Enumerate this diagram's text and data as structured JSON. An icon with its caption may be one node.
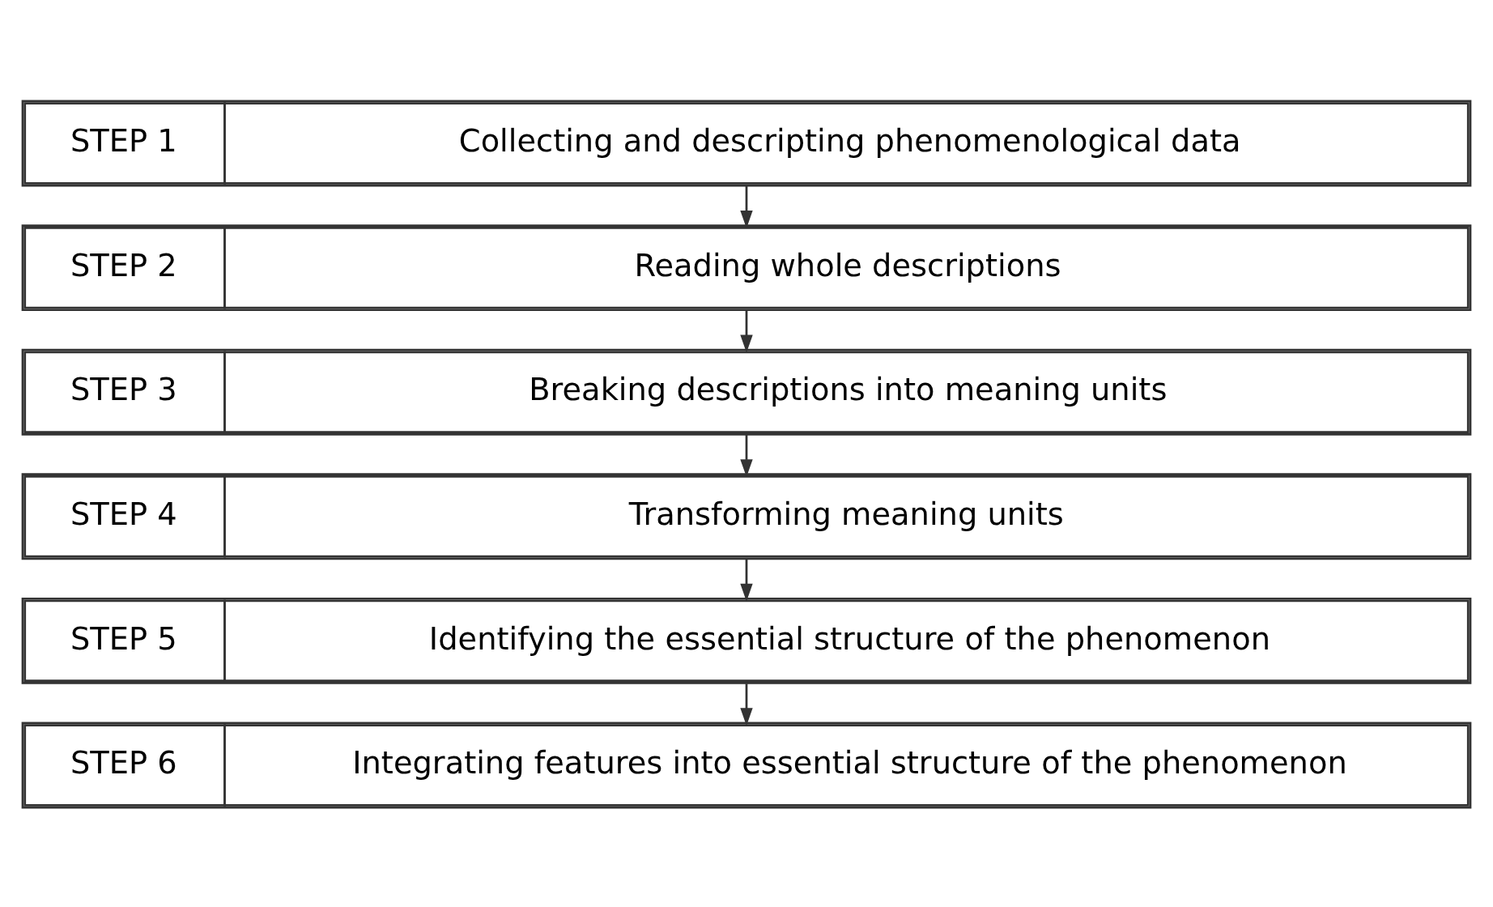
{
  "diagram": {
    "nodes": [
      {
        "text": [
          "STEP 1",
          "Collecting and descripting phenomenological data"
        ]
      },
      {
        "text": [
          "STEP 2",
          "Reading whole descriptions"
        ]
      },
      {
        "text": [
          "STEP 3",
          "Breaking descriptions into meaning units"
        ]
      },
      {
        "text": [
          "STEP 4",
          "Transforming meaning units"
        ]
      },
      {
        "text": [
          "STEP 5",
          "Identifying the essential structure of the phenomenon"
        ]
      },
      {
        "text": [
          "STEP 6",
          "Integrating features into essential structure of the phenomenon"
        ]
      }
    ],
    "edges": [
      {
        "from": 0,
        "to": 1,
        "arrow": "to"
      },
      {
        "from": 1,
        "to": 2,
        "arrow": "to"
      },
      {
        "from": 2,
        "to": 3,
        "arrow": "to"
      },
      {
        "from": 3,
        "to": 4,
        "arrow": "to"
      },
      {
        "from": 4,
        "to": 5,
        "arrow": "to"
      }
    ]
  }
}
